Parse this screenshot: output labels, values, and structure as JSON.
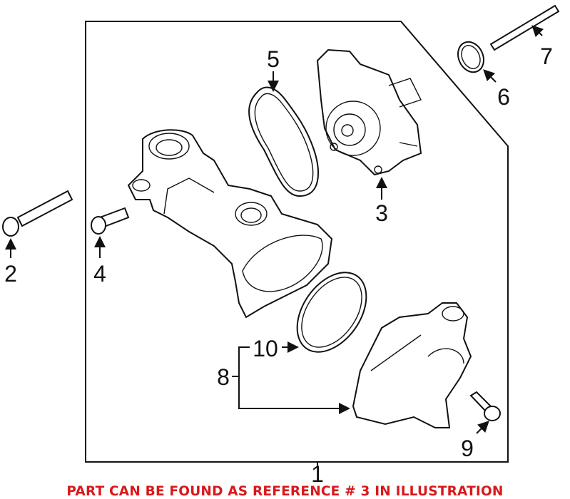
{
  "diagram": {
    "callouts": [
      "1",
      "2",
      "3",
      "4",
      "5",
      "6",
      "7",
      "8",
      "9",
      "10"
    ],
    "notice": "PART CAN BE FOUND AS REFERENCE # 3 IN ILLUSTRATION",
    "notice_color": "#d8191c"
  }
}
